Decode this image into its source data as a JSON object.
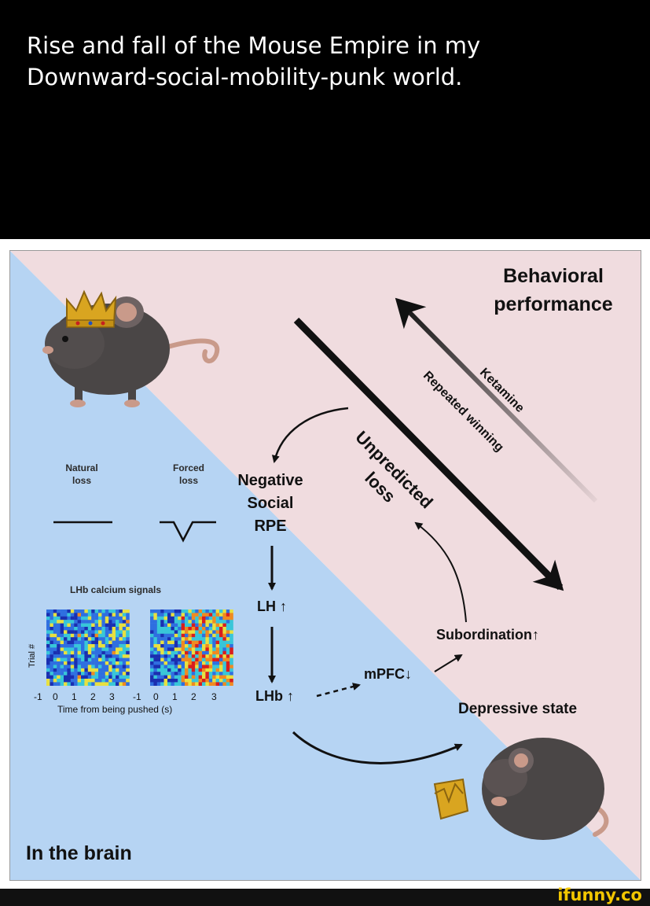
{
  "post": {
    "caption_line1": "Rise and fall of the Mouse Empire in my",
    "caption_line2": "Downward-social-mobility-punk world."
  },
  "figure": {
    "behavioral_line1": "Behavioral",
    "behavioral_line2": "performance",
    "in_the_brain": "In the brain",
    "ketamine": "Ketamine",
    "repeated_winning": "Repeated winning",
    "unpredicted": "Unpredicted",
    "loss": "loss",
    "negative": "Negative",
    "social": "Social",
    "rpe": "RPE",
    "lh": "LH",
    "lhb": "LHb",
    "mpfc": "mPFC",
    "subordination": "Subordination",
    "depressive_state": "Depressive state",
    "natural_loss_1": "Natural",
    "natural_loss_2": "loss",
    "forced_loss_1": "Forced",
    "forced_loss_2": "loss",
    "calcium_title": "LHb calcium signals",
    "trial_label": "Trial #",
    "time_axis_label": "Time from being pushed (s)",
    "ticks": [
      "-1",
      "0",
      "1",
      "2",
      "3",
      "-1",
      "0",
      "1",
      "2",
      "3"
    ]
  },
  "watermark": "ifunny.co",
  "colors": {
    "pink_region": "#f0dcdf",
    "blue_region": "#b6d4f3",
    "arrow_black": "#111111",
    "crown_gold": "#d9a520",
    "mouse_body": "#4a4646"
  }
}
